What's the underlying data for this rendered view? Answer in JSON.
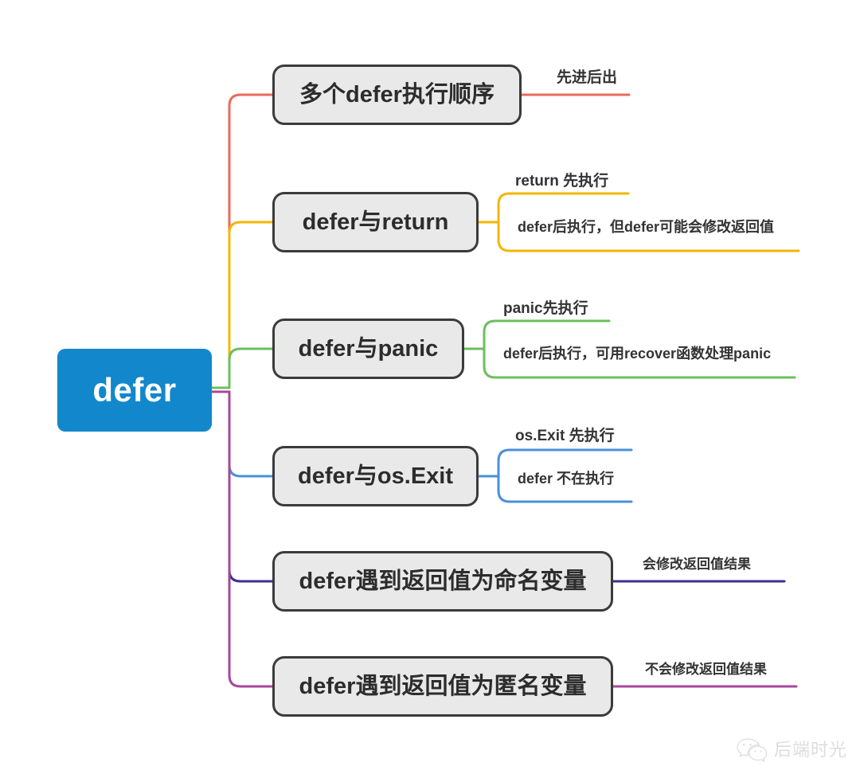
{
  "diagram": {
    "type": "mindmap",
    "root": {
      "label": "defer",
      "color": "#1287cb"
    },
    "branches": [
      {
        "id": "order",
        "label": "多个defer执行顺序",
        "color": "#ec6a5c",
        "leaves": [
          "先进后出"
        ]
      },
      {
        "id": "return",
        "label": "defer与return",
        "color": "#f2b705",
        "leaves": [
          "return 先执行",
          "defer后执行，但defer可能会修改返回值"
        ]
      },
      {
        "id": "panic",
        "label": "defer与panic",
        "color": "#6cbf5e",
        "leaves": [
          "panic先执行",
          "defer后执行，可用recover函数处理panic"
        ]
      },
      {
        "id": "osexit",
        "label": "defer与os.Exit",
        "color": "#4a90d9",
        "leaves": [
          "os.Exit 先执行",
          "defer 不在执行"
        ]
      },
      {
        "id": "named",
        "label": "defer遇到返回值为命名变量",
        "color": "#3d2f8f",
        "leaves": [
          "会修改返回值结果"
        ]
      },
      {
        "id": "anonymous",
        "label": "defer遇到返回值为匿名变量",
        "color": "#a8479a",
        "leaves": [
          "不会修改返回值结果"
        ]
      }
    ]
  },
  "watermark": {
    "icon": "wechat-icon",
    "text": "后端时光"
  },
  "theme": {
    "node_fill": "#e9e9e9",
    "node_border": "#3b3b3b",
    "text": "#2c2c2c",
    "background": "#ffffff"
  }
}
